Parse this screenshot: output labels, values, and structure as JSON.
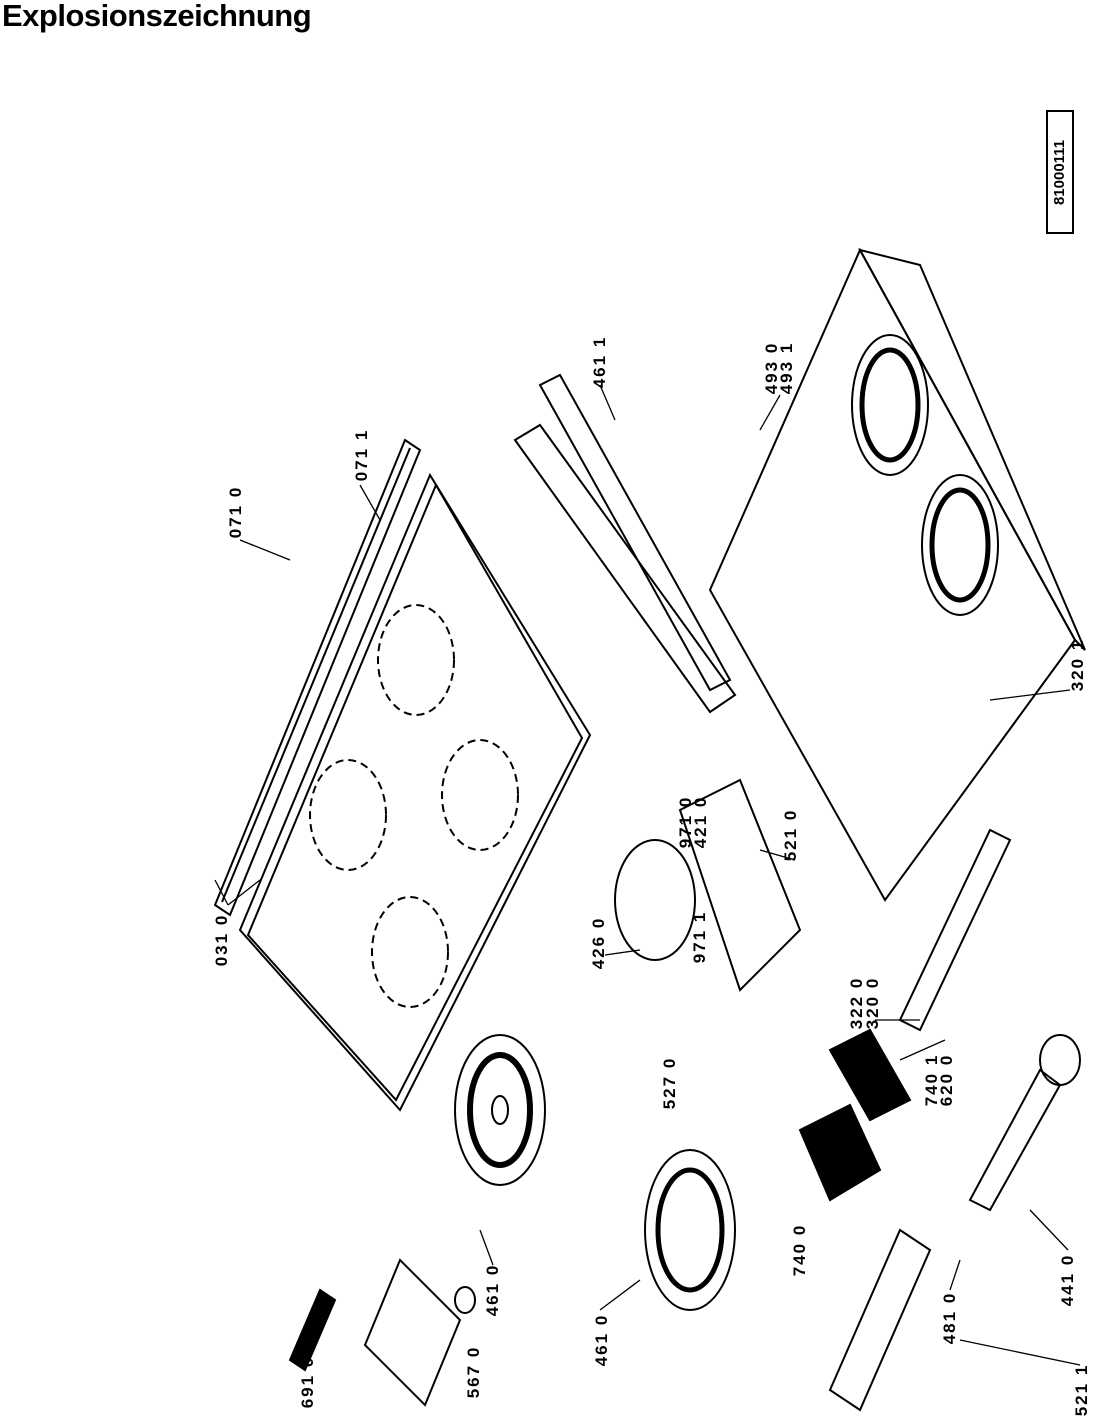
{
  "title": "Explosionszeichnung",
  "document_number": "81000111",
  "part_labels": {
    "p0310": "031 0",
    "p0710": "071 0",
    "p0711": "071 1",
    "p4611": "461 1",
    "p4930": "493 0",
    "p4931": "493 1",
    "p3201": "320 1",
    "p9710": "971 0",
    "p4210": "421 0",
    "p5210": "521 0",
    "p4260": "426 0",
    "p9711": "971 1",
    "p3220": "322 0",
    "p3200": "320 0",
    "p5270": "527 0",
    "p7401": "740 1",
    "p6200": "620 0",
    "p7400": "740 0",
    "p4610a": "461 0",
    "p4610b": "461 0",
    "p4810": "481 0",
    "p4410": "441 0",
    "p5211": "521 1",
    "p5670": "567 0",
    "p6910": "691 0"
  }
}
